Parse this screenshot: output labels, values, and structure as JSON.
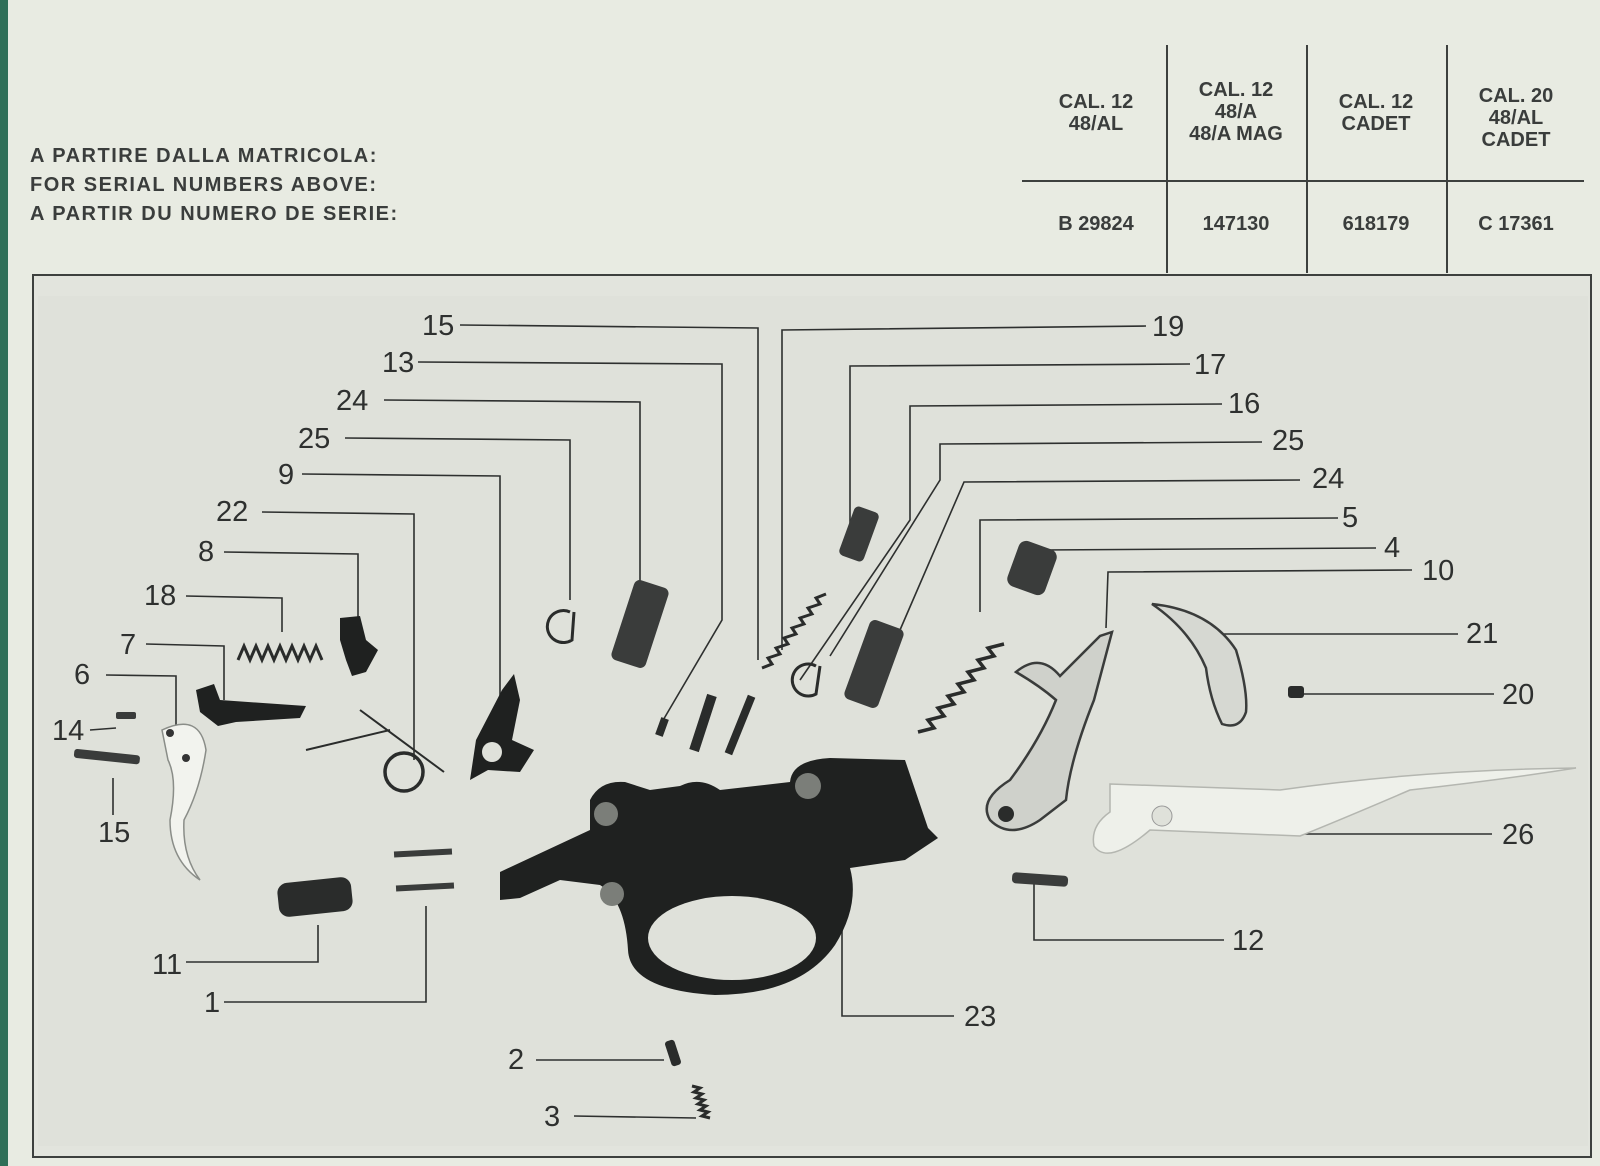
{
  "header": {
    "lines": [
      "A PARTIRE DALLA MATRICOLA:",
      "FOR SERIAL NUMBERS ABOVE:",
      "A PARTIR DU NUMERO DE SERIE:"
    ]
  },
  "serial_table": {
    "columns": [
      {
        "heading": "CAL. 12\n48/AL",
        "serial": "B 29824"
      },
      {
        "heading": "CAL. 12\n48/A\n48/A MAG",
        "serial": "147130"
      },
      {
        "heading": "CAL. 12\nCADET",
        "serial": "618179"
      },
      {
        "heading": "CAL. 20\n48/AL\nCADET",
        "serial": "C 17361"
      }
    ]
  },
  "diagram": {
    "callouts": [
      {
        "id": "c15a",
        "label": "15"
      },
      {
        "id": "c13",
        "label": "13"
      },
      {
        "id": "c24a",
        "label": "24"
      },
      {
        "id": "c25a",
        "label": "25"
      },
      {
        "id": "c9",
        "label": "9"
      },
      {
        "id": "c22",
        "label": "22"
      },
      {
        "id": "c8",
        "label": "8"
      },
      {
        "id": "c18",
        "label": "18"
      },
      {
        "id": "c7",
        "label": "7"
      },
      {
        "id": "c6",
        "label": "6"
      },
      {
        "id": "c14",
        "label": "14"
      },
      {
        "id": "c15b",
        "label": "15"
      },
      {
        "id": "c11",
        "label": "11"
      },
      {
        "id": "c1",
        "label": "1"
      },
      {
        "id": "c2",
        "label": "2"
      },
      {
        "id": "c3",
        "label": "3"
      },
      {
        "id": "c19",
        "label": "19"
      },
      {
        "id": "c17",
        "label": "17"
      },
      {
        "id": "c16",
        "label": "16"
      },
      {
        "id": "c25b",
        "label": "25"
      },
      {
        "id": "c24b",
        "label": "24"
      },
      {
        "id": "c5",
        "label": "5"
      },
      {
        "id": "c4",
        "label": "4"
      },
      {
        "id": "c10",
        "label": "10"
      },
      {
        "id": "c21",
        "label": "21"
      },
      {
        "id": "c20",
        "label": "20"
      },
      {
        "id": "c26",
        "label": "26"
      },
      {
        "id": "c12",
        "label": "12"
      },
      {
        "id": "c23",
        "label": "23"
      }
    ]
  }
}
